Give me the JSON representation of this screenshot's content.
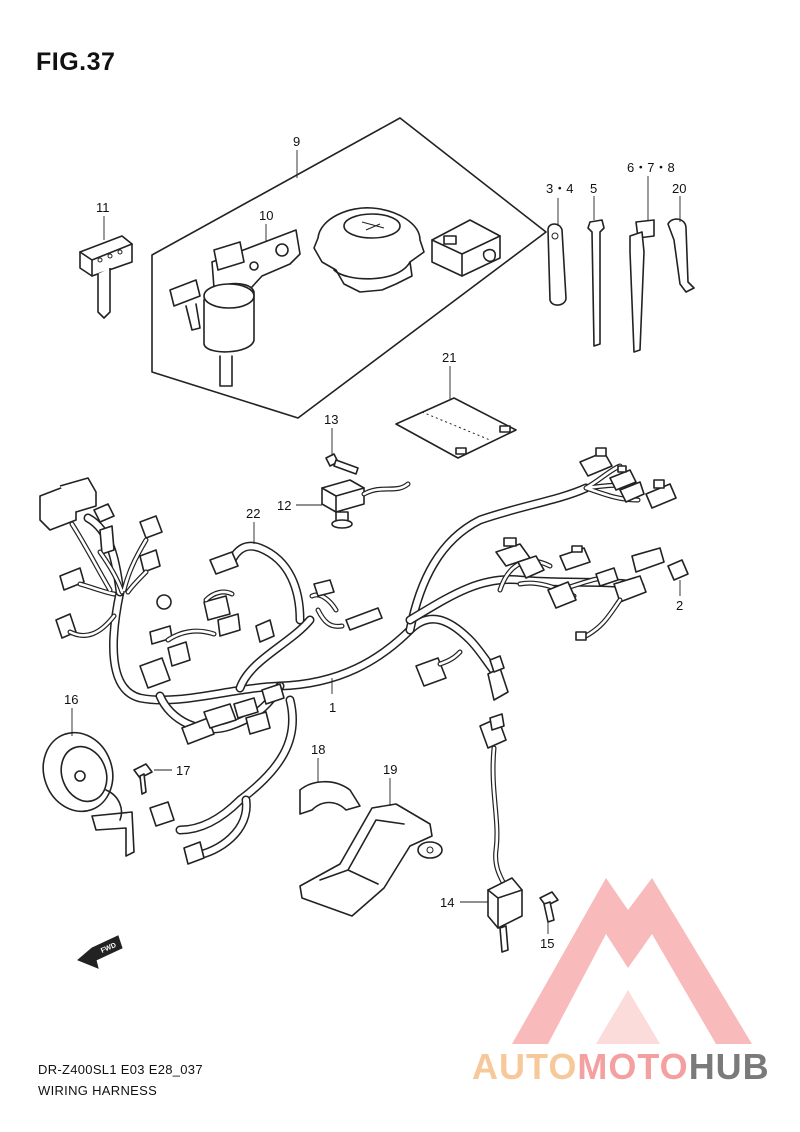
{
  "figure": {
    "title": "FIG.37"
  },
  "footer": {
    "model_code": "DR-Z400SL1 E03 E28_037",
    "section_name": "WIRING HARNESS"
  },
  "fwd_marker": {
    "label": "FWD"
  },
  "watermark": {
    "part_a": "AUTO",
    "part_b": "MOTO",
    "part_c": "HUB"
  },
  "callouts": {
    "p1": "1",
    "p2": "2",
    "p3_4": "3・4",
    "p5": "5",
    "p6_7_8": "6・7・8",
    "p9": "9",
    "p10": "10",
    "p11": "11",
    "p12": "12",
    "p13": "13",
    "p14": "14",
    "p15": "15",
    "p16": "16",
    "p17": "17",
    "p18": "18",
    "p19": "19",
    "p20": "20",
    "p21": "21",
    "p22": "22"
  }
}
